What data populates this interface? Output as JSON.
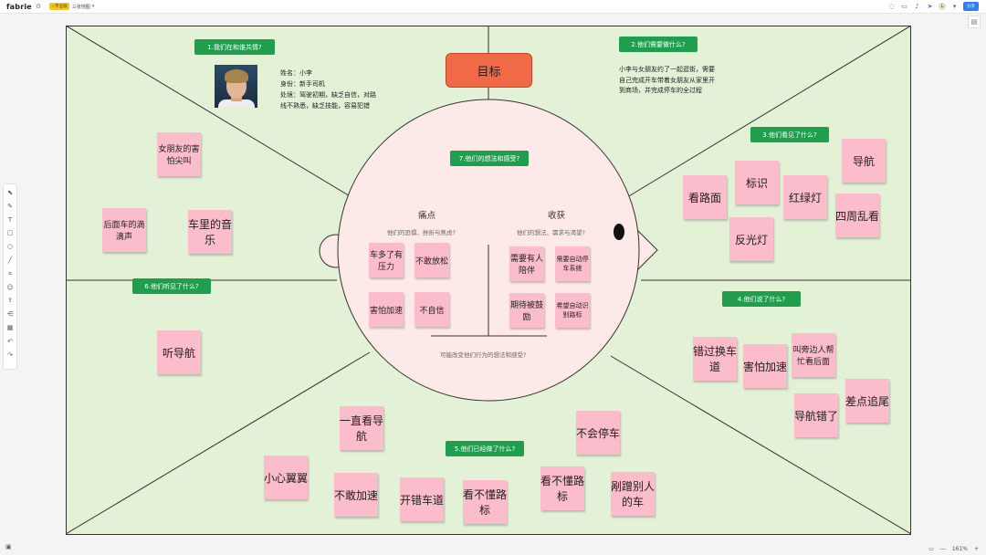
{
  "app": {
    "brand": "fabrie",
    "badge": "☆专业版",
    "doc_title": "三张地图"
  },
  "topbar_icons": [
    "chat-icon",
    "present-icon",
    "bell-icon",
    "cursor-icon",
    "avatar"
  ],
  "avatar_letter": "L",
  "share_label": "分享",
  "zoom": {
    "value": "161%"
  },
  "colors": {
    "canvas_bg": "#e3f1d6",
    "head": "#fde9e8",
    "label": "#1f9f4e",
    "sticky": "#fbbccb",
    "goal": "#f06a48"
  },
  "goal": "目标",
  "q": {
    "q1": "1.我们在和谁共情?",
    "q2": "2.他们需要做什么?",
    "q3": "3.他们看见了什么?",
    "q4": "4.他们说了什么?",
    "q5": "5.他们已经做了什么?",
    "q6": "6.他们听见了什么?",
    "q7": "7.他们的想法和感受?"
  },
  "profile": {
    "name": "姓名：小李",
    "identity": "身份：新手司机",
    "situation_1": "处境：驾驶初期，缺乏自信，对路",
    "situation_2": "线不熟悉，缺乏技能，容易犯错"
  },
  "need_desc": {
    "line1": "小李与女朋友约了一起逛街，需要",
    "line2": "自己完成开车带着女朋友从家里开",
    "line3": "到商场，并完成停车的全过程"
  },
  "head": {
    "pain_title": "痛点",
    "pain_sub": "他们的恐惧、挫折与焦虑?",
    "gain_title": "收获",
    "gain_sub": "他们的想法、需求与渴望?",
    "bottom": "可能改变他们行为的想法和感受?",
    "pains": [
      "车多了有压力",
      "不敢放松",
      "害怕加速",
      "不自信"
    ],
    "gains": [
      "需要有人陪伴",
      "需要自动停车系统",
      "期待被鼓励",
      "希望自动识别路标"
    ]
  },
  "see": [
    "看路面",
    "标识",
    "红绿灯",
    "导航",
    "四周乱看",
    "反光灯"
  ],
  "say": [
    "错过换车道",
    "害怕加速",
    "叫旁边人帮忙看后面",
    "差点追尾",
    "导航错了"
  ],
  "hear": [
    "女朋友的害怕尖叫",
    "后面车的滴滴声",
    "车里的音乐",
    "听导航"
  ],
  "do": [
    "一直看导航",
    "小心翼翼",
    "不敢加速",
    "开错车道",
    "看不懂路标",
    "看不懂路标",
    "不会停车",
    "剐蹭别人的车"
  ]
}
